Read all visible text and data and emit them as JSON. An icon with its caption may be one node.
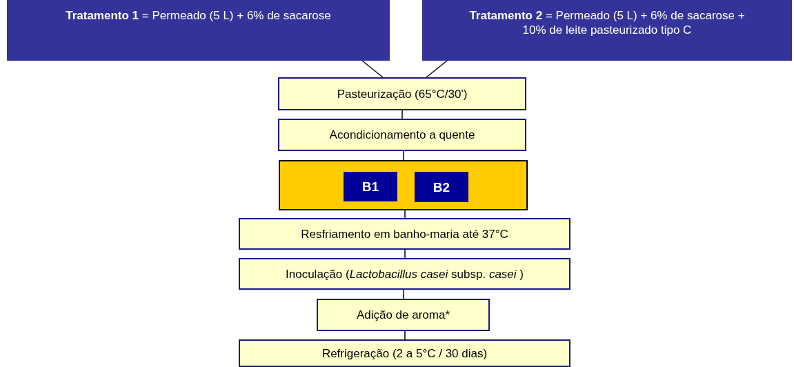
{
  "diagram": {
    "nodes": [
      {
        "text": [
          "**Tratamento 1** = Permeado (5 L) + 6% de sacarose"
        ]
      },
      {
        "text": [
          "**Tratamento 2** = Permeado (5 L) + 6% de sacarose + 10% de leite pasteurizado tipo C"
        ]
      },
      {
        "text": [
          "Pasteurização (65°C/30')"
        ]
      },
      {
        "text": [
          "Acondicionamento a quente"
        ]
      },
      {
        "text": [],
        "shape": "box"
      },
      {
        "text": [
          "B1"
        ],
        "in": 4
      },
      {
        "text": [
          "B2"
        ],
        "in": 4
      },
      {
        "text": [
          "Resfriamento em banho-maria até 37°C"
        ]
      },
      {
        "text": [
          "Inoculação (*Lactobacillus casei* subsp. *casei* )"
        ]
      },
      {
        "text": [
          "Adição de aroma*"
        ]
      },
      {
        "text": [
          "Refrigeração (2 a 5°C / 30 dias)"
        ]
      }
    ],
    "edges": [
      {
        "from": 0,
        "to": 2,
        "arrow": "none"
      },
      {
        "from": 1,
        "to": 2,
        "arrow": "none"
      },
      {
        "from": 2,
        "to": 3,
        "arrow": "none"
      },
      {
        "from": 3,
        "to": 4,
        "arrow": "none"
      },
      {
        "from": 4,
        "to": 7,
        "arrow": "none"
      },
      {
        "from": 7,
        "to": 8,
        "arrow": "none"
      },
      {
        "from": 8,
        "to": 9,
        "arrow": "none"
      },
      {
        "from": 9,
        "to": 10,
        "arrow": "none"
      }
    ]
  }
}
